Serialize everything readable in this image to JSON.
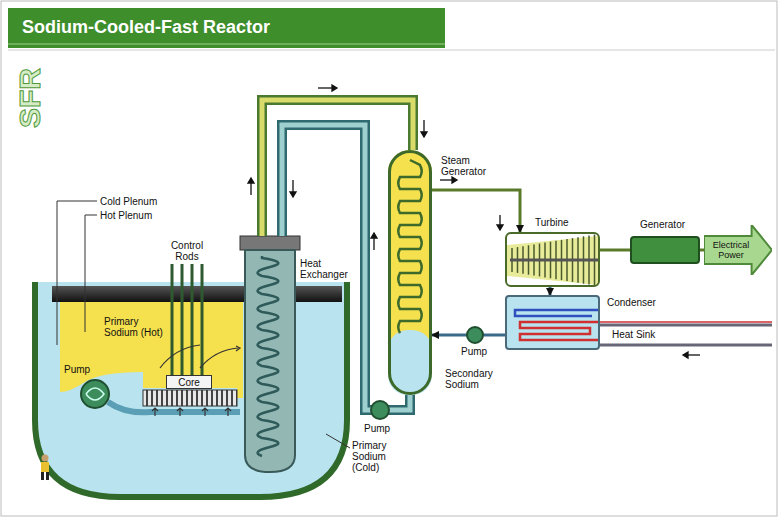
{
  "diagram": {
    "title": "Sodium-Cooled-Fast Reactor",
    "nodes": [
      {
        "text": [
          "Core"
        ]
      },
      {
        "text": [
          "Steam Generator"
        ]
      },
      {
        "text": [
          "Turbine"
        ]
      },
      {
        "text": [
          "Generator"
        ]
      },
      {
        "text": [
          "Electrical Power"
        ]
      },
      {
        "text": [
          "Condenser"
        ]
      }
    ],
    "edges": [
      {
        "from": 1,
        "to": 2,
        "arrow": "to"
      },
      {
        "from": 2,
        "to": 3,
        "arrow": "none"
      },
      {
        "from": 3,
        "to": 4,
        "arrow": "none"
      },
      {
        "from": 2,
        "to": 5,
        "arrow": "to"
      },
      {
        "from": 5,
        "to": 1,
        "arrow": "to"
      }
    ],
    "labels": [
      "SFR",
      "Cold Plenum",
      "Hot Plenum",
      "Control Rods",
      "Heat Exchanger",
      "Primary Sodium (Hot)",
      "Pump",
      "Pump",
      "Pump",
      "Secondary Sodium",
      "Primary Sodium (Cold)",
      "Heat Sink"
    ]
  }
}
